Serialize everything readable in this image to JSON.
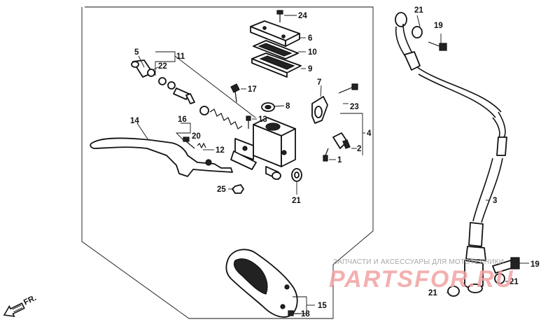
{
  "callouts": {
    "c1": "1",
    "c2": "2",
    "c3": "3",
    "c4": "4",
    "c5": "5",
    "c6": "6",
    "c7": "7",
    "c8": "8",
    "c9": "9",
    "c10": "10",
    "c11": "11",
    "c12": "12",
    "c13": "13",
    "c14": "14",
    "c15": "15",
    "c16": "16",
    "c17": "17",
    "c18": "18",
    "c19a": "19",
    "c19b": "19",
    "c20": "20",
    "c21a": "21",
    "c21b": "21",
    "c21c": "21",
    "c21d": "21",
    "c22": "22",
    "c23": "23",
    "c24": "24",
    "c25": "25"
  },
  "direction_marker": {
    "label": "FR.",
    "icon": "arrow-front-icon"
  },
  "watermark": {
    "banner": "ЗАПЧАСТИ И АКСЕССУАРЫ ДЛЯ МОТОТЕХНИКИ",
    "logo": "PARTSFOR.RU"
  },
  "colors": {
    "ink": "#111111",
    "watermark_red": "#f2a3a3",
    "watermark_grey": "#a8a8a8"
  }
}
